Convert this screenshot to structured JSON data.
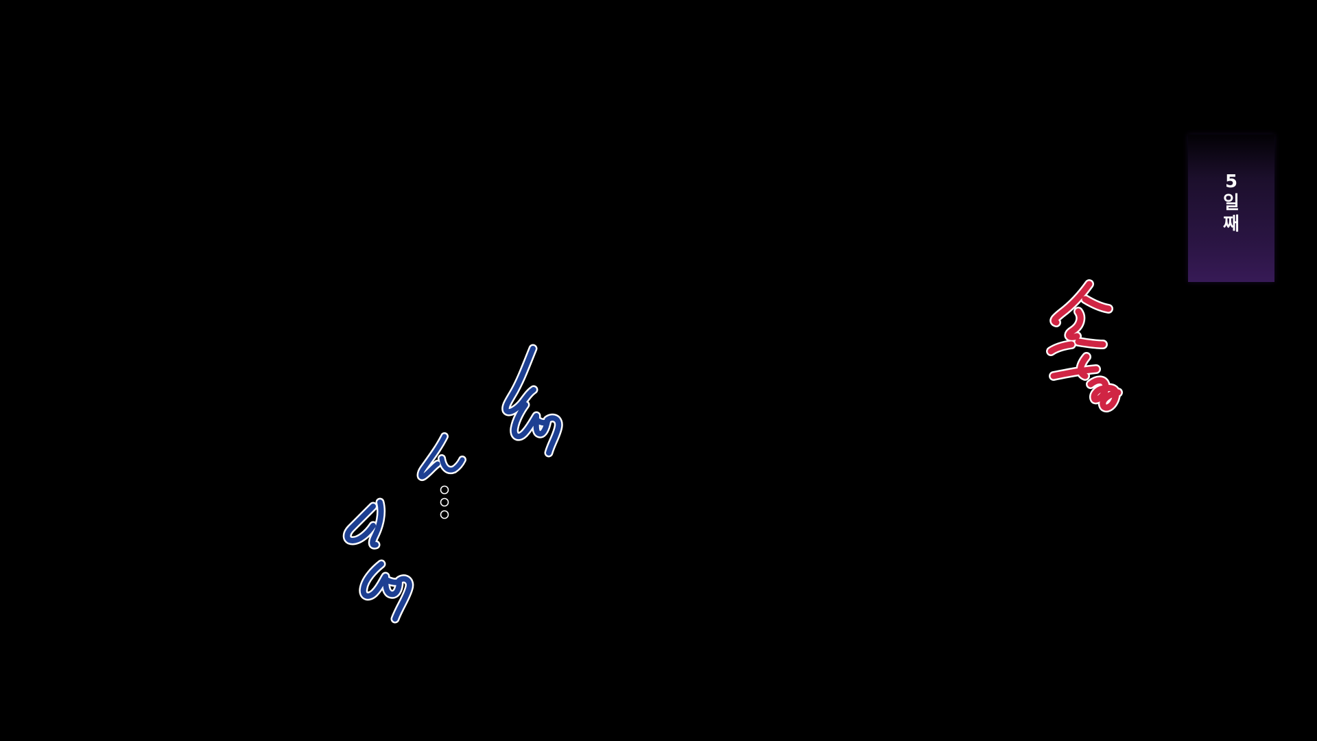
{
  "hud": {
    "day_counter": "5\n일\n째"
  },
  "sound_effects": [
    {
      "id": "sfx-blue-top",
      "color": "#1d3f92",
      "outline": "#ffffff",
      "style": "handwritten"
    },
    {
      "id": "sfx-blue-middle",
      "color": "#1d3f92",
      "outline": "#ffffff",
      "style": "handwritten"
    },
    {
      "id": "sfx-blue-bottom",
      "color": "#1d3f92",
      "outline": "#ffffff",
      "style": "handwritten"
    },
    {
      "id": "sfx-red-right",
      "color": "#d02544",
      "outline": "#ffffff",
      "style": "handwritten"
    }
  ]
}
